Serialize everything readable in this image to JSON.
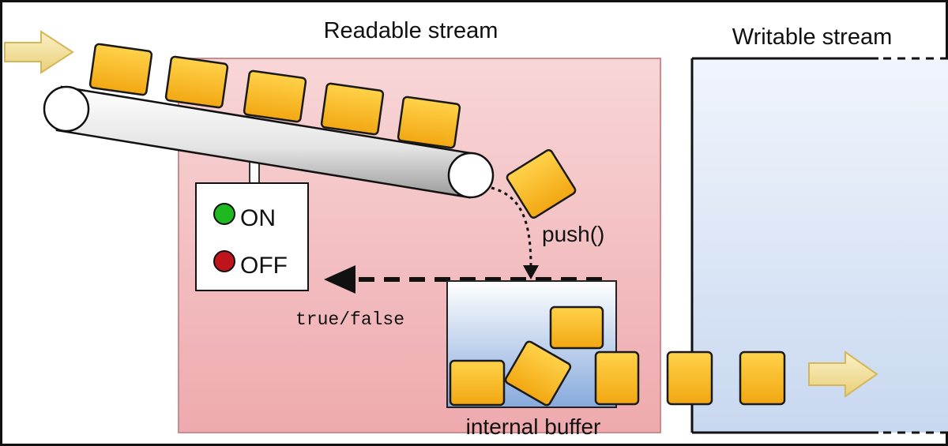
{
  "readable_title": "Readable stream",
  "writable_title": "Writable stream",
  "switch_on_label": "ON",
  "switch_off_label": "OFF",
  "push_label": "push()",
  "return_label": "true/false",
  "buffer_label": "internal buffer",
  "colors": {
    "chunk_fill": "#f5b222",
    "chunk_stroke": "#1a1a1a",
    "readable_bg": "#f4c6c8",
    "writable_bg": "#e6eefa",
    "arrow_fill": "#f1df9a",
    "on_light": "#1fb81f",
    "off_light": "#c0141c"
  },
  "icons": [
    "input-arrow-icon",
    "output-arrow-icon",
    "left-arrow-icon"
  ]
}
